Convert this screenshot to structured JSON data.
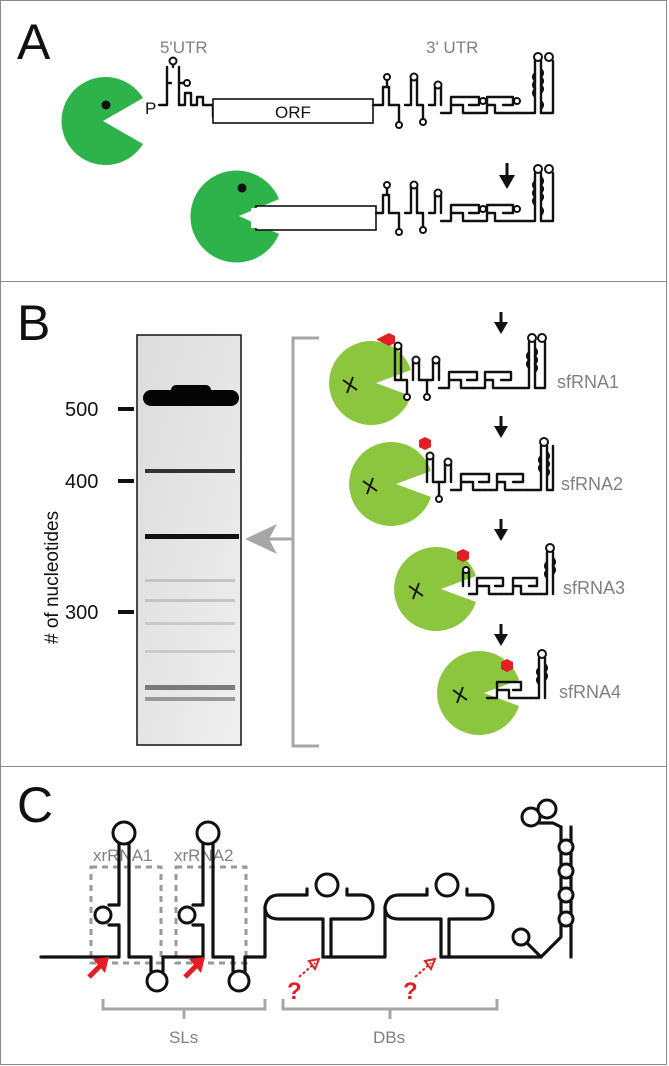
{
  "colors": {
    "xrn1_dark": "#2eb34a",
    "xrn1_light": "#8cc63f",
    "stall_marker": "#e31e24",
    "label_gray": "#808080"
  },
  "icons": [
    "pacman-exonuclease-icon",
    "red-octagon-stop-icon",
    "down-arrow-icon",
    "red-cleavage-arrow-icon"
  ],
  "panel_a": {
    "label": "A",
    "utr5_label": "5'UTR",
    "utr3_label": "3' UTR",
    "orf_label": "ORF",
    "phosphate_label": "P"
  },
  "panel_b": {
    "label": "B",
    "y_axis_label": "# of nucleotides",
    "ticks": [
      "500",
      "400",
      "300"
    ],
    "products": [
      "sfRNA1",
      "sfRNA2",
      "sfRNA3",
      "sfRNA4"
    ]
  },
  "panel_c": {
    "label": "C",
    "xr1_label": "xrRNA1",
    "xr2_label": "xrRNA2",
    "sls_label": "SLs",
    "dbs_label": "DBs",
    "unknown_mark": "?"
  }
}
